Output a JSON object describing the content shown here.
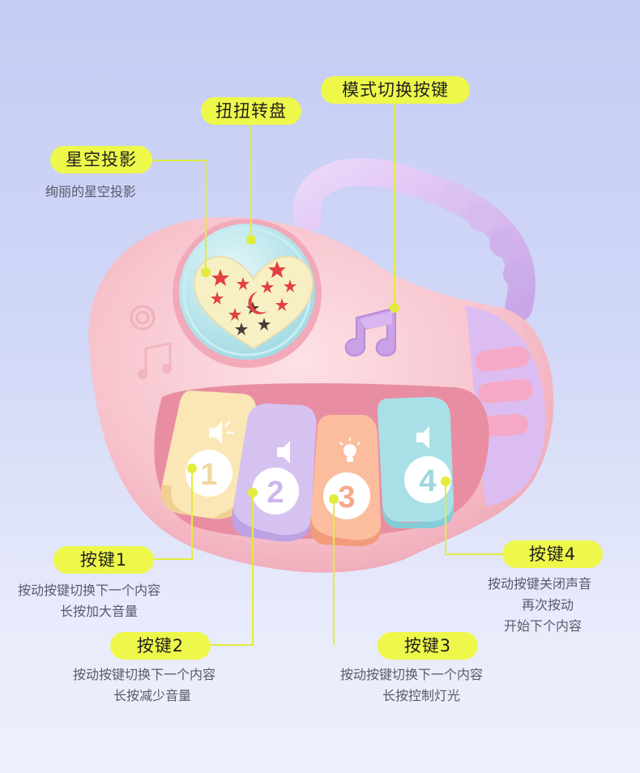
{
  "callouts": {
    "projection": {
      "label": "星空投影",
      "desc": "绚丽的星空投影"
    },
    "dial": {
      "label": "扭扭转盘"
    },
    "mode": {
      "label": "模式切换按键"
    },
    "key1": {
      "label": "按键1",
      "desc_line1": "按动按键切换下一个内容",
      "desc_line2": "长按加大音量"
    },
    "key2": {
      "label": "按键2",
      "desc_line1": "按动按键切换下一个内容",
      "desc_line2": "长按减少音量"
    },
    "key3": {
      "label": "按键3",
      "desc_line1": "按动按键切换下一个内容",
      "desc_line2": "长按控制灯光"
    },
    "key4": {
      "label": "按键4",
      "desc_line1": "按动按键关闭声音",
      "desc_line2": "再次按动",
      "desc_line3": "开始下个内容"
    }
  },
  "keys": [
    {
      "number": "1",
      "icon": "volume-up-icon",
      "color": "#fbe7b6"
    },
    {
      "number": "2",
      "icon": "volume-down-icon",
      "color": "#d6c2f1"
    },
    {
      "number": "3",
      "icon": "light-icon",
      "color": "#fbbd9e"
    },
    {
      "number": "4",
      "icon": "sound-off-icon",
      "color": "#a9e0e8"
    }
  ],
  "colors": {
    "tag_background": "#eef84a",
    "toy_body": "#f8c6cf",
    "handle": "#d7b8ef",
    "dial": "#b9e7ee",
    "leader_line": "#e2ec3c"
  }
}
